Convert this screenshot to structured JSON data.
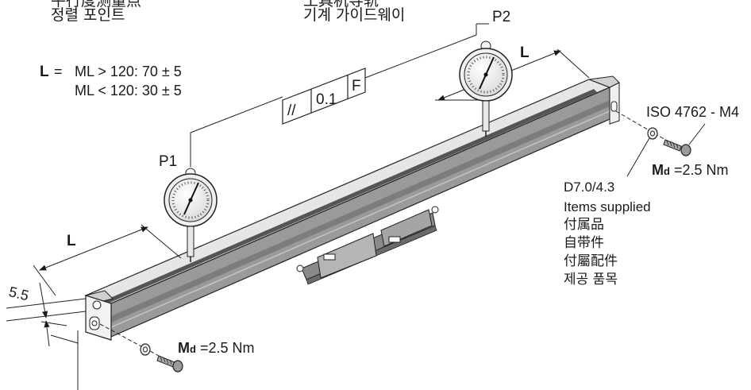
{
  "top_labels": {
    "left_cut": "平行度测量点",
    "left": "정렬 포인트",
    "right_cut": "工具机导轨",
    "right": "기계 가이드웨이"
  },
  "l_formula": {
    "symbol": "L",
    "equals": "=",
    "line1": "ML > 120: 70 ± 5",
    "line2": "ML < 120: 30 ± 5"
  },
  "tolerance_frame": {
    "symbol": "//",
    "value": "0.1",
    "datum": "F"
  },
  "probes": {
    "p1": "P1",
    "p2": "P2"
  },
  "dimensions": {
    "l_left": "L",
    "l_right": "L",
    "offset": "5.5"
  },
  "screw_spec": "ISO 4762 - M4",
  "torque_right": {
    "symbol": "M",
    "sub": "d",
    "value": "=2.5 Nm"
  },
  "torque_left": {
    "symbol": "M",
    "sub": "d",
    "value": "=2.5 Nm"
  },
  "washer_spec": "D7.0/4.3",
  "items_supplied": [
    "Items supplied",
    "付属品",
    "自带件",
    "付屬配件",
    "제공 품목"
  ]
}
